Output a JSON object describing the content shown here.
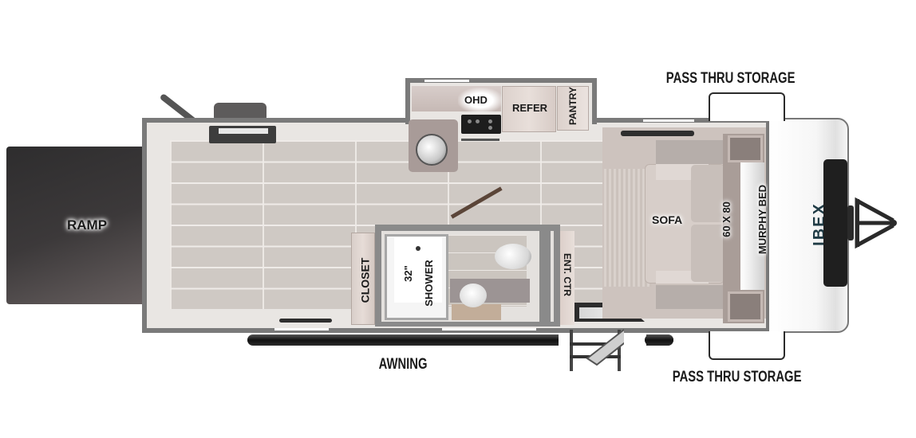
{
  "floorplan": {
    "brand_logo": "IBEX",
    "labels": {
      "ramp": "RAMP",
      "ohd": "OHD",
      "refer": "REFER",
      "pantry": "PANTRY",
      "closet": "CLOSET",
      "shower_size": "32\"",
      "shower": "SHOWER",
      "ent_ctr": "ENT. CTR",
      "sofa": "SOFA",
      "murphy_bed_size": "60 X 80",
      "murphy_bed": "MURPHY BED",
      "pass_thru_top": "PASS THRU STORAGE",
      "pass_thru_bottom": "PASS THRU STORAGE",
      "awning": "AWNING"
    },
    "icons": {
      "stove": "cooktop-icon",
      "kitchen_sink": "sink-icon",
      "toilet": "toilet-icon",
      "bath_sink": "sink-icon",
      "hitch": "hitch-icon",
      "entry_steps": "steps-icon"
    },
    "colors": {
      "wall": "#7a7a7a",
      "floor_tile": "#cfc9c4",
      "ramp": "#3c393a",
      "cabinet": "#dcd1cc",
      "cap": "#ffffff"
    }
  }
}
